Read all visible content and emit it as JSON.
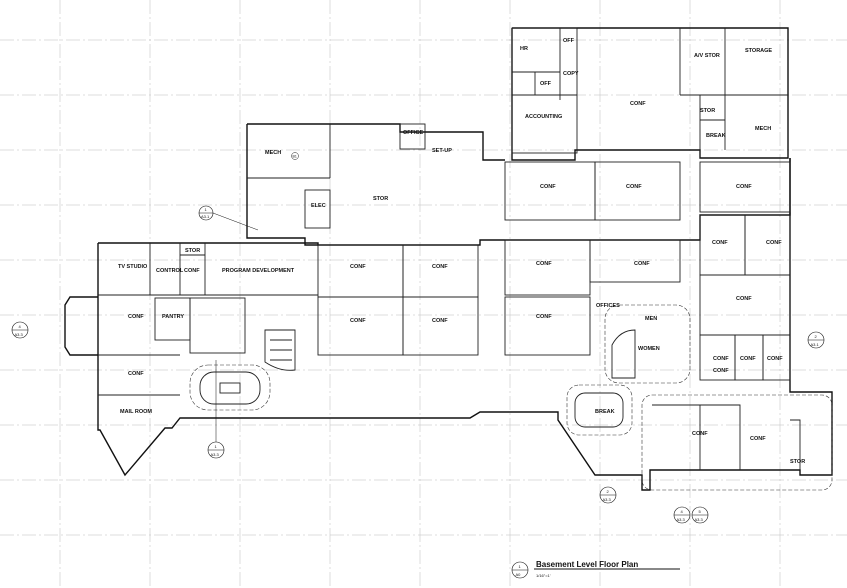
{
  "title": {
    "main": "Basement Level Floor Plan",
    "scale": "1/16\"=1'",
    "badge_top": "1",
    "badge_bottom": "A0"
  },
  "rooms": [
    {
      "id": "mech-1",
      "label": "MECH",
      "num": "B1"
    },
    {
      "id": "office",
      "label": "OFFICE",
      "num": ""
    },
    {
      "id": "set-up",
      "label": "SET-UP",
      "num": ""
    },
    {
      "id": "stor-main",
      "label": "STOR",
      "num": ""
    },
    {
      "id": "elec",
      "label": "ELEC",
      "num": ""
    },
    {
      "id": "tv-studio",
      "label": "TV STUDIO",
      "num": ""
    },
    {
      "id": "stor-small",
      "label": "STOR",
      "num": ""
    },
    {
      "id": "control",
      "label": "CONTROL",
      "num": ""
    },
    {
      "id": "conf-a",
      "label": "CONF",
      "num": ""
    },
    {
      "id": "program-dev",
      "label": "PROGRAM DEVELOPMENT",
      "num": ""
    },
    {
      "id": "conf-w1",
      "label": "CONF",
      "num": ""
    },
    {
      "id": "pantry",
      "label": "PANTRY",
      "num": ""
    },
    {
      "id": "conf-w2",
      "label": "CONF",
      "num": ""
    },
    {
      "id": "mail-room",
      "label": "MAIL ROOM",
      "num": ""
    },
    {
      "id": "conf-c1",
      "label": "CONF",
      "num": ""
    },
    {
      "id": "conf-c2",
      "label": "CONF",
      "num": ""
    },
    {
      "id": "conf-c3",
      "label": "CONF",
      "num": ""
    },
    {
      "id": "conf-c4",
      "label": "CONF",
      "num": ""
    },
    {
      "id": "hr",
      "label": "HR",
      "num": ""
    },
    {
      "id": "off-1",
      "label": "OFF",
      "num": ""
    },
    {
      "id": "off-2",
      "label": "OFF",
      "num": ""
    },
    {
      "id": "copy",
      "label": "COPY",
      "num": ""
    },
    {
      "id": "accounting",
      "label": "ACCOUNTING",
      "num": ""
    },
    {
      "id": "conf-ne",
      "label": "CONF",
      "num": ""
    },
    {
      "id": "av-stor",
      "label": "A/V STOR",
      "num": ""
    },
    {
      "id": "storage",
      "label": "STORAGE",
      "num": ""
    },
    {
      "id": "stor-ne",
      "label": "STOR",
      "num": ""
    },
    {
      "id": "break-ne",
      "label": "BREAK",
      "num": ""
    },
    {
      "id": "mech-2",
      "label": "MECH",
      "num": ""
    },
    {
      "id": "conf-e1",
      "label": "CONF",
      "num": ""
    },
    {
      "id": "conf-e2",
      "label": "CONF",
      "num": ""
    },
    {
      "id": "conf-e3",
      "label": "CONF",
      "num": ""
    },
    {
      "id": "conf-e4",
      "label": "CONF",
      "num": ""
    },
    {
      "id": "conf-e5",
      "label": "CONF",
      "num": ""
    },
    {
      "id": "conf-e6",
      "label": "CONF",
      "num": ""
    },
    {
      "id": "conf-e7",
      "label": "CONF",
      "num": ""
    },
    {
      "id": "conf-e8",
      "label": "CONF",
      "num": ""
    },
    {
      "id": "conf-e9",
      "label": "CONF",
      "num": ""
    },
    {
      "id": "conf-e10",
      "label": "CONF",
      "num": ""
    },
    {
      "id": "offices",
      "label": "OFFICES",
      "num": ""
    },
    {
      "id": "men",
      "label": "MEN",
      "num": ""
    },
    {
      "id": "women",
      "label": "WOMEN",
      "num": ""
    },
    {
      "id": "conf-e11",
      "label": "CONF",
      "num": ""
    },
    {
      "id": "conf-e12",
      "label": "CONF",
      "num": ""
    },
    {
      "id": "conf-e13",
      "label": "CONF",
      "num": ""
    },
    {
      "id": "break-se",
      "label": "BREAK",
      "num": ""
    },
    {
      "id": "conf-se1",
      "label": "CONF",
      "num": ""
    },
    {
      "id": "conf-se2",
      "label": "CONF",
      "num": ""
    },
    {
      "id": "stor-se",
      "label": "STOR",
      "num": ""
    }
  ],
  "section_markers": [
    {
      "id": "a31-top",
      "top": "1",
      "bottom": "A3.1"
    },
    {
      "id": "a33-left",
      "top": "4",
      "bottom": "A3.3"
    },
    {
      "id": "a31-right",
      "top": "2",
      "bottom": "A3.1"
    },
    {
      "id": "a33-bottom",
      "top": "1",
      "bottom": "A3.3"
    },
    {
      "id": "a33-mid",
      "top": "2",
      "bottom": "A3.3"
    },
    {
      "id": "a33-se1",
      "top": "4",
      "bottom": "A3.3"
    },
    {
      "id": "a33-se2",
      "top": "5",
      "bottom": "A3.3"
    }
  ]
}
